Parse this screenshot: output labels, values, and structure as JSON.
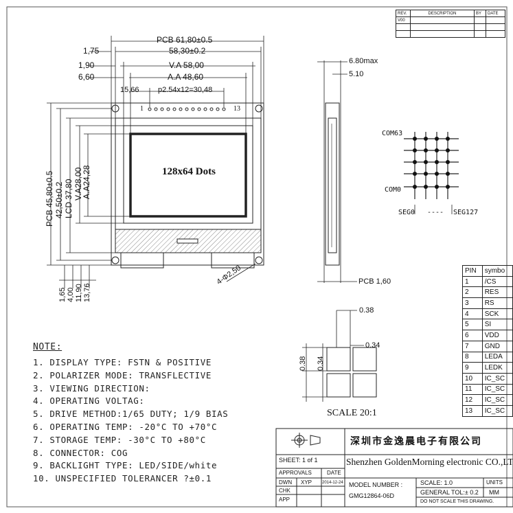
{
  "dimensions": {
    "pcb_w": "PCB 61,80±0.5",
    "w1": "58,30±0.2",
    "w_left1": "1,75",
    "va_w": "V.A 58,00",
    "w_left2": "1,90",
    "aa_w": "A.A 48,60",
    "w_left3": "6,60",
    "pin_left": "15,66",
    "pitch": "p2.54x12=30,48",
    "pin_first": "1",
    "pin_last": "13",
    "pcb_h": "PCB 45,80±0.5",
    "h2": "42,50±0.2",
    "lcd_h": "LCD 37,80",
    "va_h": "V.A28,00",
    "aa_h": "A.A24,28",
    "b1": "1,65",
    "b2": "4,00",
    "b3": "11,90",
    "b4": "13,76",
    "hole": "4-Φ2,50",
    "thick_max": "6.80max",
    "thick_510": "5.10",
    "pcb_thick": "PCB 1,60",
    "dot_a": "0.38",
    "dot_b": "0.34",
    "dot_c": "0.38",
    "dot_d": "0.34"
  },
  "display_label": "128x64 Dots",
  "matrix": {
    "com_top": "COM63",
    "com_bottom": "COM0",
    "seg_left": "SEG0",
    "seg_dashes": "----",
    "seg_right": "SEG127"
  },
  "scale_label": "SCALE 20:1",
  "notes": {
    "title": "NOTE:",
    "items": [
      "1. DISPLAY TYPE: FSTN & POSITIVE",
      "2. POLARIZER MODE: TRANSFLECTIVE",
      "3. VIEWING DIRECTION:",
      "4. OPERATING VOLTAG:",
      "5. DRIVE METHOD:1/65 DUTY; 1/9 BIAS",
      "6. OPERATING TEMP: -20°C TO +70°C",
      "7. STORAGE TEMP: -30°C TO +80°C",
      "8. CONNECTOR:    COG",
      "9. BACKLIGHT TYPE:   LED/SIDE/white",
      "10. UNSPECIFIED TOLERANCER ?±0.1"
    ]
  },
  "revision_table": {
    "headers": [
      "REV.",
      "DESCRIPTION",
      "BY",
      "DATE"
    ],
    "first_row": "V00"
  },
  "pin_table": {
    "headers": [
      "PIN",
      "symbo"
    ],
    "rows": [
      [
        "1",
        "/CS"
      ],
      [
        "2",
        "RES"
      ],
      [
        "3",
        "RS"
      ],
      [
        "4",
        "SCK"
      ],
      [
        "5",
        "SI"
      ],
      [
        "6",
        "VDD"
      ],
      [
        "7",
        "GND"
      ],
      [
        "8",
        "LEDA"
      ],
      [
        "9",
        "LEDK"
      ],
      [
        "10",
        "IC_SC"
      ],
      [
        "11",
        "IC_SC"
      ],
      [
        "12",
        "IC_SC"
      ],
      [
        "13",
        "IC_SC"
      ]
    ]
  },
  "title_block": {
    "company_cn": "深圳市金逸晨电子有限公司",
    "company_en": "Shenzhen GoldenMorning electronic CO.,LTD",
    "sheet": "SHEET:  1  of  1",
    "approvals": "APPROVALS",
    "date_hdr": "DATE",
    "dwn": "DWN",
    "dwn_by": "XYP",
    "dwn_date": "2014-12-24",
    "chk": "CHK",
    "app": "APP",
    "model_label": "MODEL NUMBER :",
    "model": "GMG12864-06D",
    "scale": "SCALE:  1.0",
    "units": "UNITS",
    "tol": "GENERAL TOL:± 0.2",
    "mm": "MM",
    "noscale": "DO NOT SCALE THIS DRAWING."
  },
  "colors": {
    "line": "#222222",
    "hatch": "#888888",
    "paper": "#ffffff"
  }
}
